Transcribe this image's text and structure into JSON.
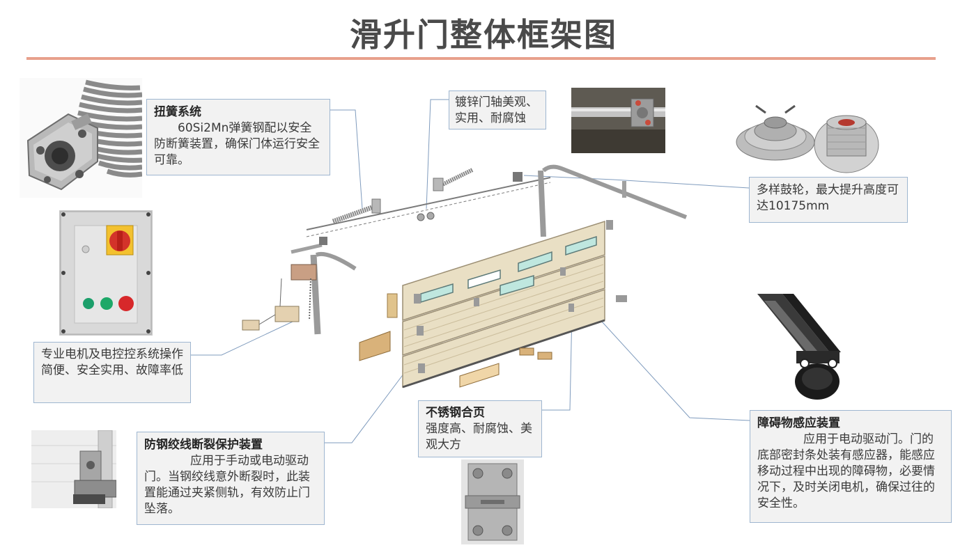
{
  "title": "滑升门整体框架图",
  "callouts": {
    "torsion": {
      "heading": "扭簧系统",
      "body": "60Si2Mn弹簧钢配以安全防断簧装置，确保门体运行安全可靠。"
    },
    "shaft": {
      "body": "镀锌门轴美观、实用、耐腐蚀"
    },
    "drum": {
      "body": "多样鼓轮，最大提升高度可达10175mm"
    },
    "motor": {
      "body": "专业电机及电控控系统操作简便、安全实用、故障率低"
    },
    "cable": {
      "heading": "防钢绞线断裂保护装置",
      "body": "应用于手动或电动驱动门。当钢绞线意外断裂时，此装置能通过夹紧侧轨，有效防止门坠落。"
    },
    "hinge": {
      "heading": "不锈钢合页",
      "body": "强度高、耐腐蚀、美观大方"
    },
    "sensor": {
      "heading": "障碍物感应装置",
      "body": "应用于电动驱动门。门的底部密封条处装有感应器，能感应移动过程中出现的障碍物，必要情况下，及时关闭电机，确保过往的安全性。"
    }
  },
  "colors": {
    "accent_rule": "#e8a08c",
    "callout_border": "#9eb6d0",
    "callout_bg": "#f2f2f2",
    "leader_line": "#7f9bbd"
  }
}
